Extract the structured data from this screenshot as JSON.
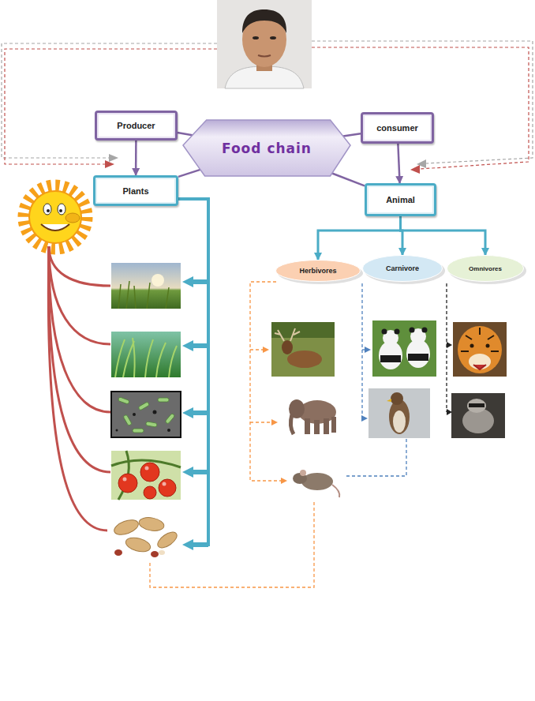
{
  "diagram": {
    "nodes": [
      {
        "text": [
          "Producer"
        ]
      },
      {
        "text": [
          "Food chain"
        ]
      },
      {
        "text": [
          "consumer"
        ]
      },
      {
        "text": [
          "Plants"
        ]
      },
      {
        "text": [
          "Animal"
        ]
      },
      {
        "text": [
          "Herbivores"
        ]
      },
      {
        "text": [
          "Carnivore"
        ]
      },
      {
        "text": [
          "Omnivores"
        ]
      }
    ],
    "edges": [
      {
        "from": 0,
        "to": 1,
        "arrow": "none"
      },
      {
        "from": 2,
        "to": 1,
        "arrow": "none"
      },
      {
        "from": 0,
        "to": 3,
        "arrow": "to"
      },
      {
        "from": 2,
        "to": 4,
        "arrow": "to"
      },
      {
        "from": 3,
        "to": 1,
        "arrow": "none"
      },
      {
        "from": 4,
        "to": 1,
        "arrow": "none"
      },
      {
        "from": 4,
        "to": 5,
        "arrow": "to"
      },
      {
        "from": 4,
        "to": 6,
        "arrow": "to"
      },
      {
        "from": 4,
        "to": 7,
        "arrow": "to"
      }
    ]
  }
}
